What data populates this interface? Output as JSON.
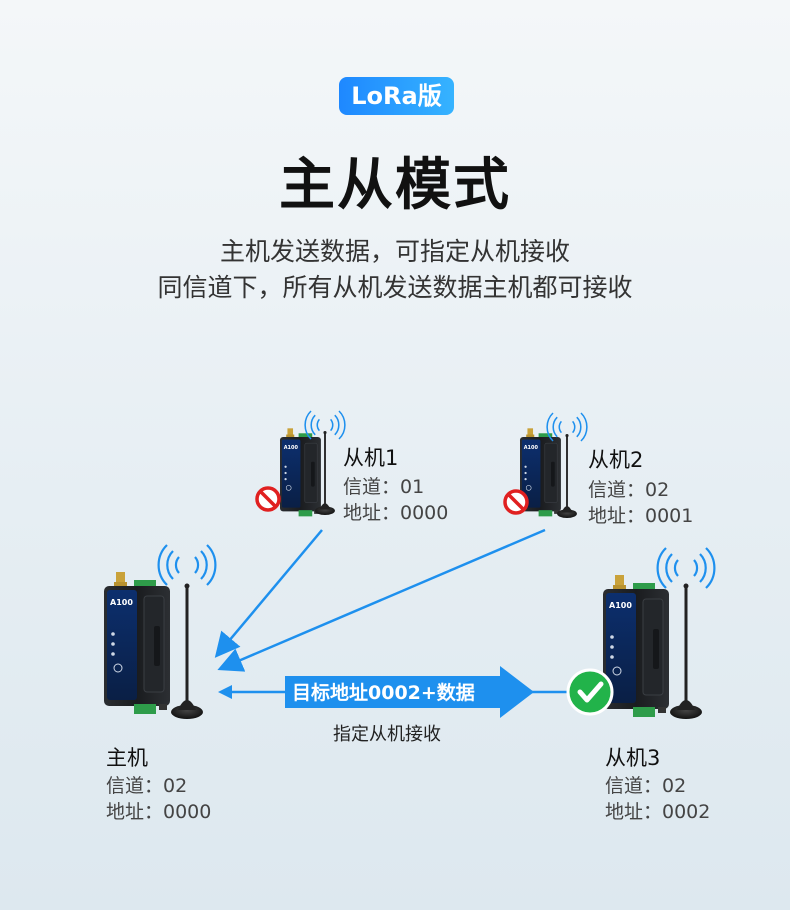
{
  "badge": "LoRa版",
  "title": "主从模式",
  "subtitle_lines": [
    "主机发送数据，可指定从机接收",
    "同信道下，所有从机发送数据主机都可接收"
  ],
  "nodes": {
    "master": {
      "name": "主机",
      "channel": "信道：02",
      "address": "地址：0000"
    },
    "slave1": {
      "name": "从机1",
      "channel": "信道：01",
      "address": "地址：0000"
    },
    "slave2": {
      "name": "从机2",
      "channel": "信道：02",
      "address": "地址：0001"
    },
    "slave3": {
      "name": "从机3",
      "channel": "信道：02",
      "address": "地址：0002"
    }
  },
  "arrow_label": "目标地址0002+数据",
  "arrow_caption": "指定从机接收",
  "device_label": "A100",
  "colors": {
    "accent": "#1e88ff",
    "arrow": "#1e90ee",
    "ok": "#22b34a",
    "deny": "#e02020"
  },
  "icons": {
    "deny": "no-entry-icon",
    "ok": "check-circle-icon",
    "signal": "wifi-signal-icon"
  }
}
